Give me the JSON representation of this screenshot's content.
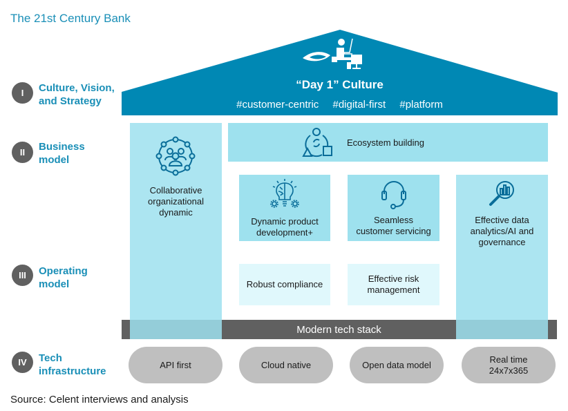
{
  "title": "The 21st Century Bank",
  "source": "Source: Celent interviews and analysis",
  "colors": {
    "roof": "#0088b4",
    "title_blue": "#1a8fb7",
    "pillar": "#9ee1ee",
    "light_box": "#e0f8fc",
    "tech_bar": "#606060",
    "pill": "#bfbfbf",
    "badge": "#606060"
  },
  "layers": [
    {
      "numeral": "I",
      "label_line1": "Culture, Vision,",
      "label_line2": "and Strategy"
    },
    {
      "numeral": "II",
      "label_line1": "Business",
      "label_line2": "model"
    },
    {
      "numeral": "III",
      "label_line1": "Operating",
      "label_line2": "model"
    },
    {
      "numeral": "IV",
      "label_line1": "Tech",
      "label_line2": "infrastructure"
    }
  ],
  "roof": {
    "icon": "person-at-desk-icon",
    "title": "“Day 1” Culture",
    "tags": [
      "#customer-centric",
      "#digital-first",
      "#platform"
    ]
  },
  "business": {
    "collaborative": {
      "icon": "team-network-icon",
      "line1": "Collaborative",
      "line2": "organizational",
      "line3": "dynamic"
    },
    "ecosystem": {
      "icon": "ecosystem-cycle-icon",
      "label": "Ecosystem building"
    }
  },
  "operating": {
    "product": {
      "icon": "brain-bulb-gears-icon",
      "line1": "Dynamic product",
      "line2": "development+"
    },
    "servicing": {
      "icon": "headset-icon",
      "line1": "Seamless",
      "line2": "customer servicing"
    },
    "analytics": {
      "icon": "magnifier-chart-icon",
      "line1": "Effective data",
      "line2": "analytics/AI and",
      "line3": "governance"
    },
    "compliance": {
      "label": "Robust compliance"
    },
    "risk": {
      "line1": "Effective risk",
      "line2": "management"
    }
  },
  "tech_stack": "Modern tech stack",
  "tech": [
    {
      "line1": "API first",
      "line2": ""
    },
    {
      "line1": "Cloud native",
      "line2": ""
    },
    {
      "line1": "Open data model",
      "line2": ""
    },
    {
      "line1": "Real time",
      "line2": "24x7x365"
    }
  ]
}
